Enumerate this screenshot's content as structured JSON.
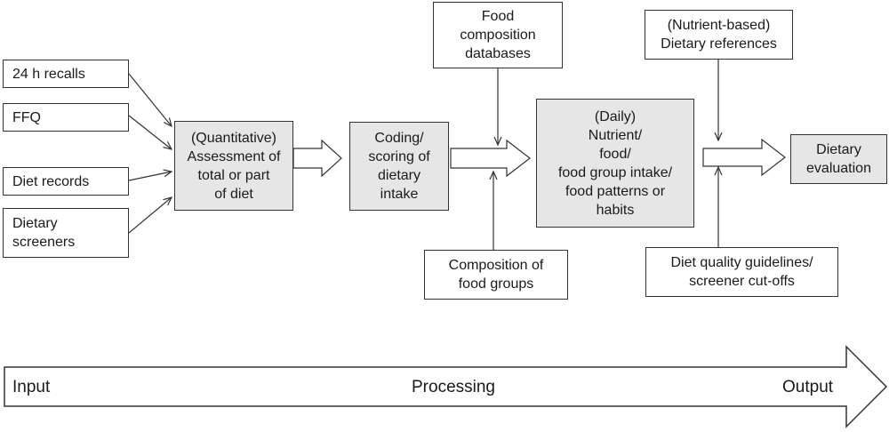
{
  "inputs": {
    "recalls": "24 h recalls",
    "ffq": "FFQ",
    "records": "Diet records",
    "screeners": [
      "Dietary",
      "screeners"
    ]
  },
  "assessment": [
    "(Quantitative)",
    "Assessment of",
    "total or part",
    "of diet"
  ],
  "coding": [
    "Coding/",
    "scoring of",
    "dietary",
    "intake"
  ],
  "food_db": [
    "Food",
    "composition",
    "databases"
  ],
  "food_groups": [
    "Composition of",
    "food groups"
  ],
  "intake": [
    "(Daily)",
    "Nutrient/",
    "food/",
    "food group intake/",
    "food patterns or",
    "habits"
  ],
  "references": [
    "(Nutrient-based)",
    "Dietary references"
  ],
  "guidelines": [
    "Diet quality guidelines/",
    "screener cut-offs"
  ],
  "evaluation": [
    "Dietary",
    "evaluation"
  ],
  "bottom": {
    "input": "Input",
    "processing": "Processing",
    "output": "Output"
  }
}
